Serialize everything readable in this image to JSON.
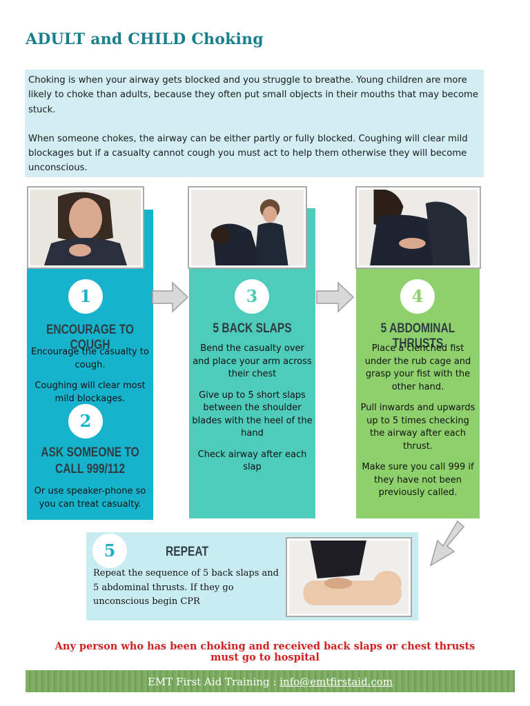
{
  "title": "ADULT and CHILD Choking",
  "intro": {
    "paragraph1": "Choking is when your airway gets blocked and you struggle to breathe. Young children are more likely to choke than adults, because they often put small objects in their mouths that may become stuck.",
    "paragraph2": "When someone chokes, the airway can be either partly or fully blocked.  Coughing will clear mild blockages but if a casualty cannot cough you must act to help them otherwise they will become unconscious."
  },
  "steps": {
    "step1": {
      "number": "1",
      "heading": "ENCOURAGE TO COUGH",
      "text1": "Encourage the casualty to cough.",
      "text2": "Coughing will clear most mild blockages."
    },
    "step2": {
      "number": "2",
      "heading_line1": "ASK SOMEONE TO",
      "heading_line2": "CALL 999/112",
      "text1": "Or use speaker-phone so you can treat casualty."
    },
    "step3": {
      "number": "3",
      "heading": "5 BACK SLAPS",
      "text1": "Bend the casualty over and place your arm across their chest",
      "text2": "Give up to 5 short slaps between the shoulder blades with the heel of the hand",
      "text3": "Check airway after each slap"
    },
    "step4": {
      "number": "4",
      "heading": "5 ABDOMINAL THRUSTS",
      "text1": "Place a clenched fist under the rub cage and grasp your fist with the other hand.",
      "text2": "Pull inwards and upwards up to 5 times checking the airway after each thrust.",
      "text3": "Make sure you call 999 if they have not been previously called."
    },
    "step5": {
      "number": "5",
      "heading": "REPEAT",
      "text": "Repeat the sequence of 5 back slaps and 5 abdominal thrusts.  If they go unconscious begin CPR"
    }
  },
  "warning": "Any person who has been choking and received back slaps or chest thrusts must go to hospital",
  "footer": {
    "label": "EMT First Aid Training : ",
    "email": "info@emtfirstaid.com"
  },
  "colors": {
    "title": "#1a7f8c",
    "step1_column": "#17b3cc",
    "step3_column": "#4ecbbb",
    "step4_column": "#8ed16c",
    "repeat_box": "#c9ecf3",
    "warning": "#d42020",
    "footer": "#79a85f"
  },
  "icons": [
    "right-arrow-icon",
    "down-left-arrow-icon"
  ]
}
